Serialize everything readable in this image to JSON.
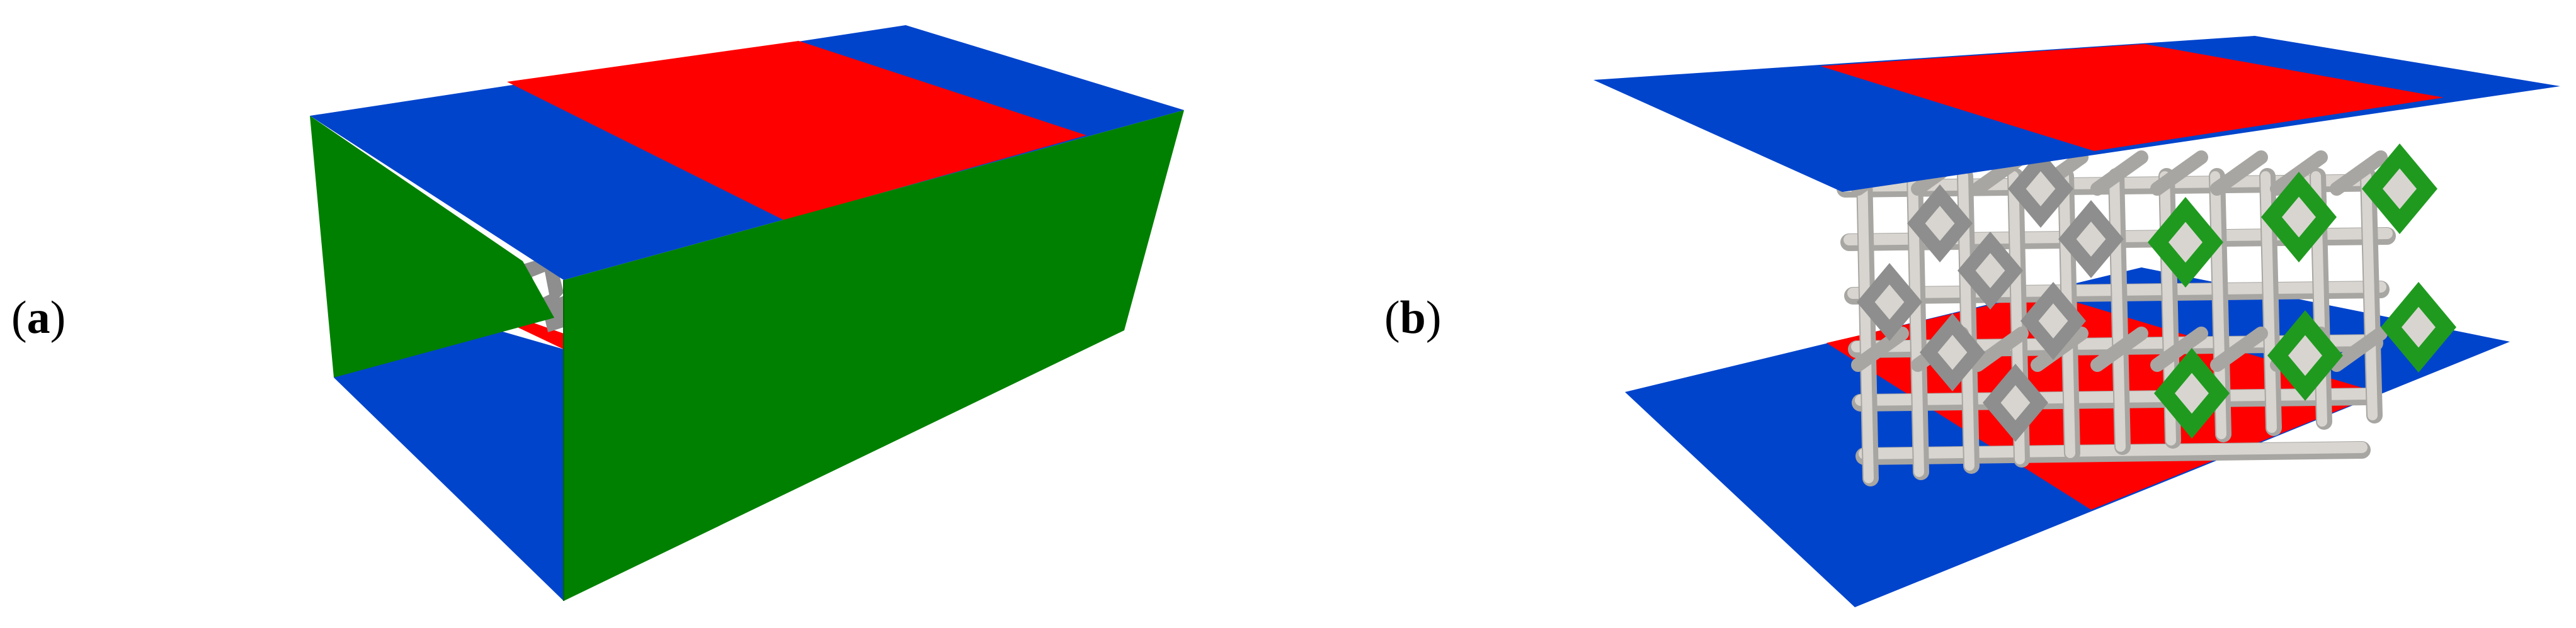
{
  "figure": {
    "panels": [
      {
        "id": "a",
        "label_open": "(",
        "label_letter": "a",
        "label_close": ")"
      },
      {
        "id": "b",
        "label_open": "(",
        "label_letter": "b",
        "label_close": ")"
      }
    ]
  },
  "colors": {
    "blue": "#0044cc",
    "red": "#ff0000",
    "green": "#008000",
    "strut_light": "#d8d5d0",
    "strut_shadow": "#a8a6a2",
    "strut_dark": "#8e8e8e",
    "green_ring": "#1f9a1f"
  }
}
